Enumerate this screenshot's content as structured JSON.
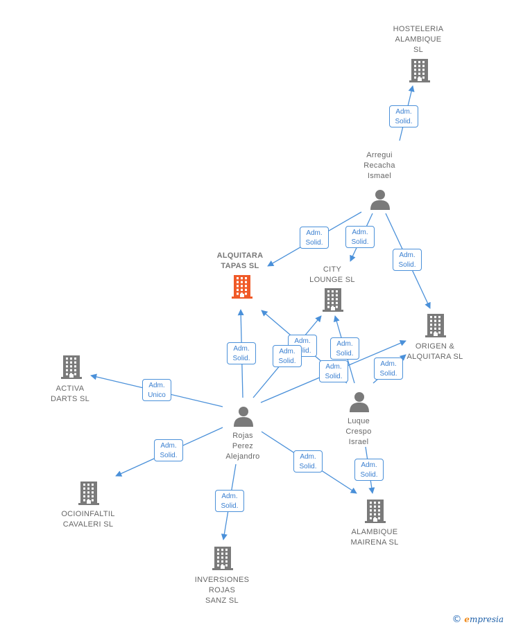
{
  "nodes": [
    {
      "id": "hosteleria",
      "type": "company",
      "label": "HOSTELERIA\nALAMBIQUE\nSL",
      "main": false
    },
    {
      "id": "arregui",
      "type": "person",
      "label": "Arregui\nRecacha\nIsmael"
    },
    {
      "id": "alquitara",
      "type": "company",
      "label": "ALQUITARA\nTAPAS  SL",
      "main": true
    },
    {
      "id": "city",
      "type": "company",
      "label": "CITY\nLOUNGE  SL",
      "main": false
    },
    {
      "id": "origen",
      "type": "company",
      "label": "ORIGEN &\nALQUITARA  SL",
      "main": false
    },
    {
      "id": "activa",
      "type": "company",
      "label": "ACTIVA\nDARTS  SL",
      "main": false
    },
    {
      "id": "rojas",
      "type": "person",
      "label": "Rojas\nPerez\nAlejandro"
    },
    {
      "id": "luque",
      "type": "person",
      "label": "Luque\nCrespo\nIsrael"
    },
    {
      "id": "ocioinfantil",
      "type": "company",
      "label": "OCIOINFALTIL\nCAVALERI  SL",
      "main": false
    },
    {
      "id": "alambique",
      "type": "company",
      "label": "ALAMBIQUE\nMAIRENA  SL",
      "main": false
    },
    {
      "id": "inversiones",
      "type": "company",
      "label": "INVERSIONES\nROJAS\nSANZ  SL",
      "main": false
    }
  ],
  "edges": [
    {
      "from": "arregui",
      "to": "hosteleria",
      "role": "Adm.\nSolid."
    },
    {
      "from": "arregui",
      "to": "alquitara",
      "role": "Adm.\nSolid."
    },
    {
      "from": "arregui",
      "to": "city",
      "role": "Adm.\nSolid."
    },
    {
      "from": "arregui",
      "to": "origen",
      "role": "Adm.\nSolid."
    },
    {
      "from": "rojas",
      "to": "alquitara",
      "role": "Adm.\nSolid."
    },
    {
      "from": "rojas",
      "to": "activa",
      "role": "Adm.\nUnico"
    },
    {
      "from": "rojas",
      "to": "city",
      "role": "Adm.\nSolid."
    },
    {
      "from": "rojas",
      "to": "origen",
      "role": "Adm.\nSolid."
    },
    {
      "from": "rojas",
      "to": "ocioinfantil",
      "role": "Adm.\nSolid."
    },
    {
      "from": "rojas",
      "to": "inversiones",
      "role": "Adm.\nSolid."
    },
    {
      "from": "rojas",
      "to": "alambique",
      "role": "Adm.\nSolid."
    },
    {
      "from": "luque",
      "to": "alquitara",
      "role": "Adm.\nSolid."
    },
    {
      "from": "luque",
      "to": "city",
      "role": "Adm.\nSolid."
    },
    {
      "from": "luque",
      "to": "origen",
      "role": "Adm.\nSolid."
    },
    {
      "from": "luque",
      "to": "alambique",
      "role": "Adm.\nSolid."
    }
  ],
  "colors": {
    "edge": "#4a90d9",
    "company": "#7a7a7a",
    "main_company": "#f05a28",
    "person": "#7a7a7a"
  },
  "icons": {
    "company": "building-icon",
    "person": "person-icon"
  },
  "footer": {
    "copyright_symbol": "©",
    "brand_initial": "e",
    "brand_rest": "mpresia"
  }
}
